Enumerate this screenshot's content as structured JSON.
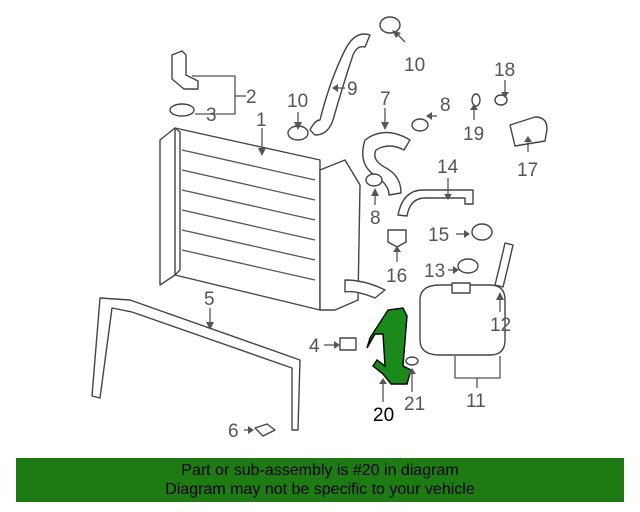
{
  "diagram": {
    "callouts": [
      "1",
      "2",
      "3",
      "4",
      "5",
      "6",
      "7",
      "8",
      "8",
      "9",
      "10",
      "10",
      "11",
      "12",
      "13",
      "14",
      "15",
      "16",
      "17",
      "18",
      "19",
      "20",
      "21"
    ],
    "highlighted_part": "20"
  },
  "banner": {
    "line1": "Part or sub-assembly is #20 in diagram",
    "line2": "Diagram may not be specific to your vehicle",
    "background": "#1e7a12"
  },
  "colors": {
    "highlight": "#1a8a1a",
    "line": "#555555"
  }
}
